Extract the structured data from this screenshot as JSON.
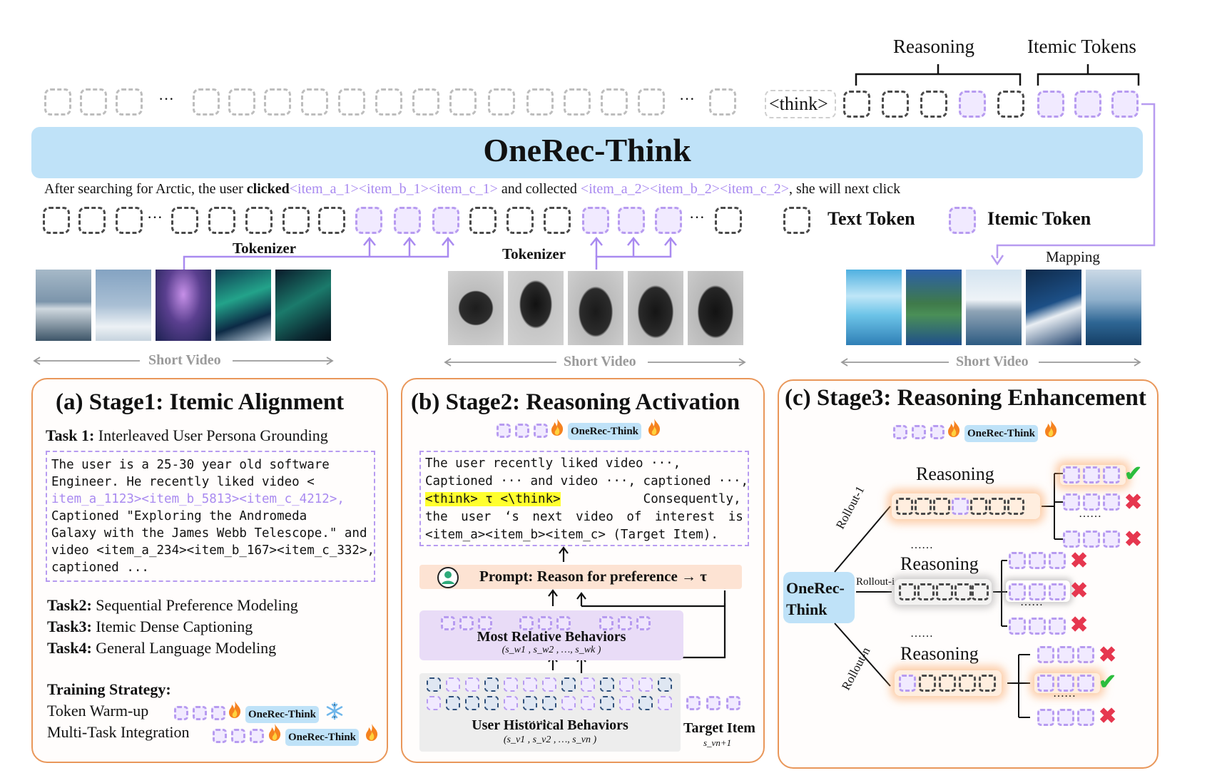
{
  "model_name": "OneRec-Think",
  "top": {
    "ellipsis": "···",
    "think_token": "<think>",
    "reasoning_label": "Reasoning",
    "itemic_tokens_label": "Itemic Tokens",
    "mapping_label": "Mapping"
  },
  "sentence": {
    "part1": "After searching for Arctic, the user ",
    "clicked": "clicked",
    "items1": "<item_a_1><item_b_1><item_c_1>",
    "part2": " and collected ",
    "items2": "<item_a_2><item_b_2><item_c_2>",
    "part3": ", she will next click"
  },
  "legend": {
    "text_token": "Text Token",
    "itemic_token": "Itemic Token"
  },
  "tokenizer_label": "Tokenizer",
  "short_video_label": "Short Video",
  "stage1": {
    "title": "(a) Stage1: Itemic Alignment",
    "task1_label": "Task 1:",
    "task1_text": "Interleaved User Persona Grounding",
    "box_lines": [
      "The user is a 25-30 year old software",
      "Engineer. He recently liked video <",
      "item_a_1123><item_b_5813><item_c_4212>,",
      "Captioned \"Exploring the Andromeda",
      "Galaxy with the James Webb Telescope.\" and",
      "video <item_a_234><item_b_167><item_c_332>,",
      "captioned ..."
    ],
    "task2_label": "Task2:",
    "task2_text": "Sequential Preference Modeling",
    "task3_label": "Task3:",
    "task3_text": "Itemic Dense Captioning",
    "task4_label": "Task4:",
    "task4_text": "General Language Modeling",
    "strategy_title": "Training Strategy:",
    "strategy1": "Token Warm-up",
    "strategy2": "Multi-Task Integration"
  },
  "stage2": {
    "title": "(b) Stage2: Reasoning Activation",
    "box_line1": "The user recently liked video ···,",
    "box_line2": "Captioned ··· and video ···, captioned ···,",
    "box_think": "<think> τ <\\think>",
    "box_line3_rest": "Consequently,",
    "box_line4": "the user ‘s next video of interest is",
    "box_line5": "<item_a><item_b><item_c> (Target Item).",
    "prompt": "Prompt: Reason for preference → τ",
    "most_relative": "Most Relative Behaviors",
    "most_relative_seq": "(s_w1 , s_w2 , …, s_wk )",
    "user_hist_dots": "……",
    "user_hist": "User Historical Behaviors",
    "user_hist_seq": "(s_v1 , s_v2 , …, s_vn )",
    "target_item": "Target Item",
    "target_seq": "s_vn+1"
  },
  "stage3": {
    "title": "(c) Stage3: Reasoning Enhancement",
    "onerec_line1": "OneRec-",
    "onerec_line2": "Think",
    "rollout1": "Rollout-1",
    "rollouti": "Rollout-i",
    "rolloutn": "Rollout-n",
    "reasoning": "Reasoning",
    "dots": "……"
  },
  "icons": {
    "fire": "fire-icon",
    "snow": "snowflake-icon",
    "check": "check-icon",
    "cross": "cross-icon",
    "user": "user-icon"
  },
  "colors": {
    "model_bar": "#bfe2f8",
    "itemic_purple": "#b79bf0",
    "panel_border": "#e9975a",
    "highlight": "#ffff2e"
  }
}
